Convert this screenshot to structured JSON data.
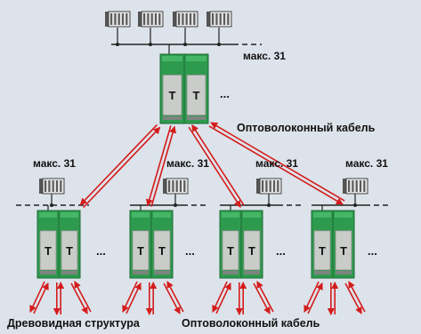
{
  "labels": {
    "top_max": "макс. 31",
    "top_cable": "Оптоволоконный кабель",
    "branch_max": [
      "макс. 31",
      "макс. 31",
      "макс. 31",
      "макс. 31"
    ],
    "bottom_tree": "Древовидная структура",
    "bottom_cable": "Оптоволоконный кабель"
  },
  "module_letter": "T",
  "ellipsis": "...",
  "colors": {
    "background": "#dde3ea",
    "fiber_arrow": "#d41c1c",
    "module_green": "#2e9a4e",
    "module_green_dark": "#1c6c35",
    "module_face": "#c9ccc9",
    "bus_line": "#222222"
  }
}
